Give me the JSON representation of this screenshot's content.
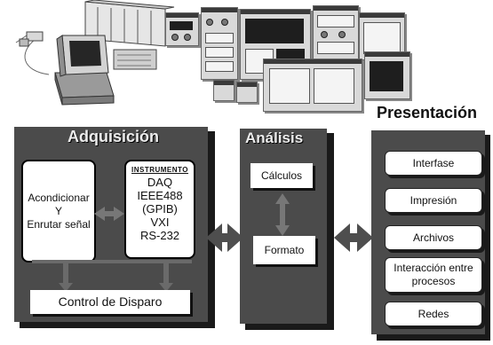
{
  "adquisicion": {
    "title": "Adquisición",
    "acondicionar": [
      "Acondicionar",
      "Y",
      "Enrutar señal"
    ],
    "instrumento": {
      "header": "INSTRUMENTO",
      "items": [
        "DAQ",
        "IEEE488",
        "(GPIB)",
        "VXI",
        "RS-232"
      ]
    },
    "control": "Control de Disparo"
  },
  "analisis": {
    "title": "Análisis",
    "calculos": "Cálculos",
    "formato": "Formato"
  },
  "presentacion": {
    "title": "Presentación",
    "items": [
      "Interfase",
      "Impresión",
      "Archivos",
      "Interacción entre procesos",
      "Redes"
    ]
  },
  "colors": {
    "panel": "#4b4b4b",
    "panel_shadow": "#1a1a1a",
    "box": "#ffffff",
    "text_light": "#ececec",
    "text_dark": "#111111"
  }
}
